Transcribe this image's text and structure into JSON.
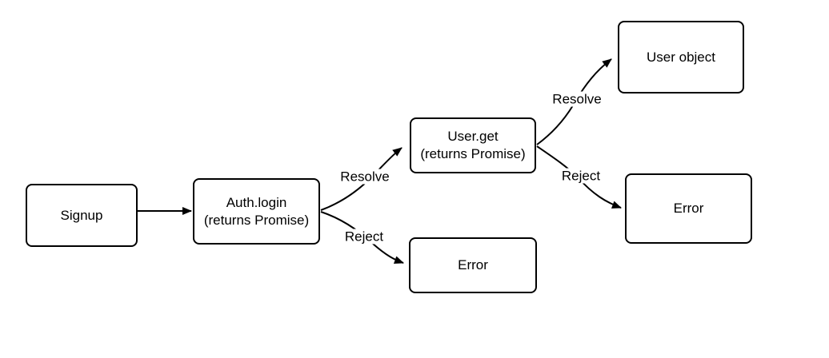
{
  "diagram": {
    "type": "flowchart",
    "background_color": "#ffffff",
    "node_fill_color": "#ffffff",
    "line_color": "#000000",
    "text_color": "#000000",
    "nodes": [
      {
        "id": "signup",
        "label": "Signup"
      },
      {
        "id": "auth-login",
        "label": "Auth.login",
        "sublabel": "(returns Promise)"
      },
      {
        "id": "user-get",
        "label": "User.get",
        "sublabel": "(returns Promise)"
      },
      {
        "id": "error-auth",
        "label": "Error"
      },
      {
        "id": "user-object",
        "label": "User object"
      },
      {
        "id": "error-user-get",
        "label": "Error"
      }
    ],
    "edges": [
      {
        "from": "Signup",
        "to": "Auth.login",
        "label": ""
      },
      {
        "from": "Auth.login",
        "to": "User.get",
        "label": "Resolve"
      },
      {
        "from": "Auth.login",
        "to": "Error",
        "label": "Reject"
      },
      {
        "from": "User.get",
        "to": "User object",
        "label": "Resolve"
      },
      {
        "from": "User.get",
        "to": "Error",
        "label": "Reject"
      }
    ]
  }
}
